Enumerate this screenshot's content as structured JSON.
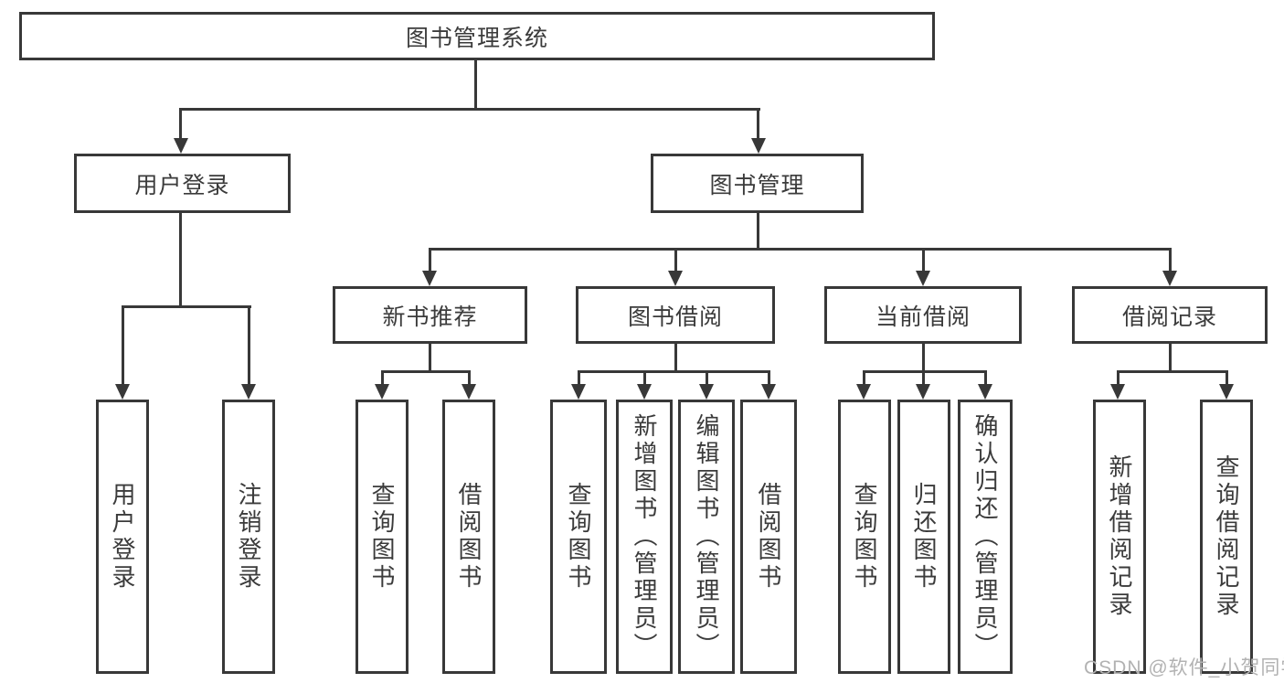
{
  "diagram": {
    "root": {
      "label": "图书管理系统"
    },
    "branches": [
      {
        "label": "用户登录",
        "children": [
          {
            "label": "用户登录"
          },
          {
            "label": "注销登录"
          }
        ]
      },
      {
        "label": "图书管理",
        "children": [
          {
            "label": "新书推荐",
            "children": [
              {
                "label": "查询图书"
              },
              {
                "label": "借阅图书"
              }
            ]
          },
          {
            "label": "图书借阅",
            "children": [
              {
                "label": "查询图书"
              },
              {
                "label": "新增图书（管理员）"
              },
              {
                "label": "编辑图书（管理员）"
              },
              {
                "label": "借阅图书"
              }
            ]
          },
          {
            "label": "当前借阅",
            "children": [
              {
                "label": "查询图书"
              },
              {
                "label": "归还图书"
              },
              {
                "label": "确认归还（管理员）"
              }
            ]
          },
          {
            "label": "借阅记录",
            "children": [
              {
                "label": "新增借阅记录"
              },
              {
                "label": "查询借阅记录"
              }
            ]
          }
        ]
      }
    ]
  },
  "watermark": {
    "text": "CSDN @软件_小贺同学"
  },
  "colors": {
    "line": "#383838",
    "text": "#3b3b3b",
    "watermark": "#b2b2b2",
    "background": "#ffffff"
  }
}
